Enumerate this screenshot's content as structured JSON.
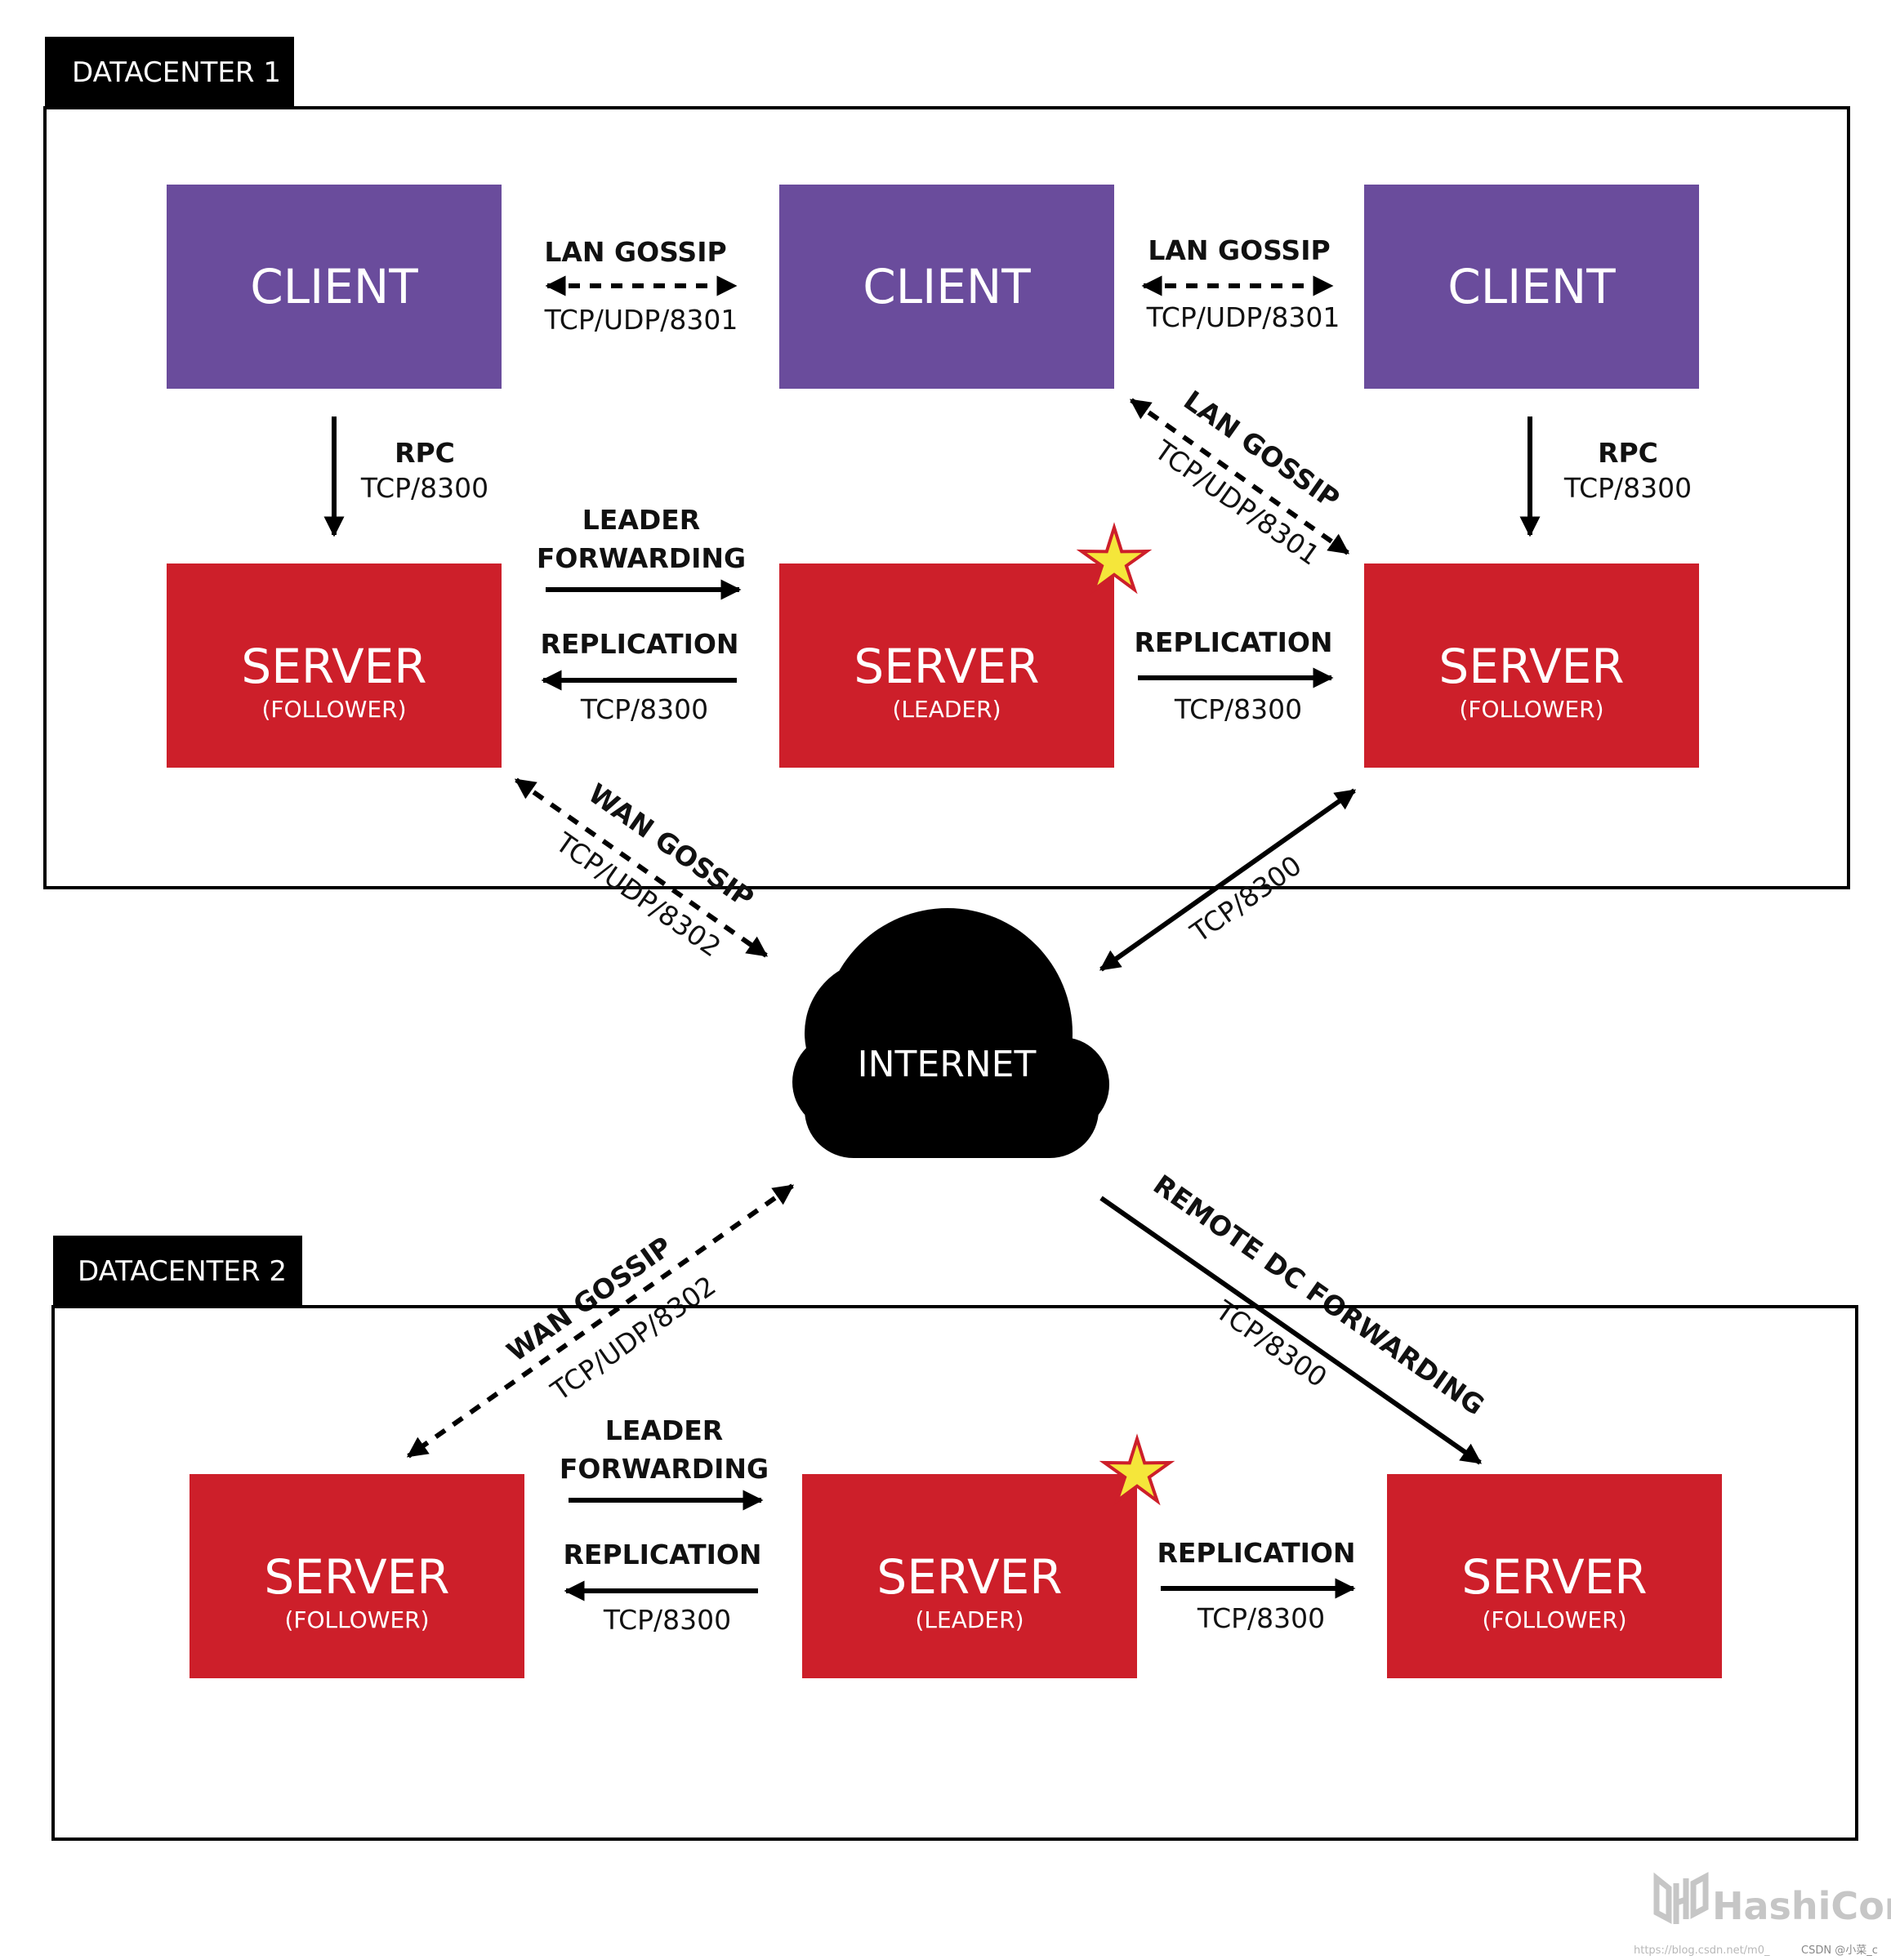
{
  "colors": {
    "client": "#6a4c9c",
    "server": "#cd1f2a",
    "ink": "#000000",
    "star": "#f5e63a",
    "star_stroke": "#cd1f2a",
    "brand": "#c6c6c6"
  },
  "dc1": {
    "tab": "DATACENTER 1",
    "clients": [
      {
        "title": "CLIENT"
      },
      {
        "title": "CLIENT"
      },
      {
        "title": "CLIENT"
      }
    ],
    "servers": [
      {
        "title": "SERVER",
        "role": "(FOLLOWER)"
      },
      {
        "title": "SERVER",
        "role": "(LEADER)"
      },
      {
        "title": "SERVER",
        "role": "(FOLLOWER)"
      }
    ],
    "lan_gossip_left": {
      "name": "LAN GOSSIP",
      "port": "TCP/UDP/8301"
    },
    "lan_gossip_right": {
      "name": "LAN GOSSIP",
      "port": "TCP/UDP/8301"
    },
    "lan_gossip_diag": {
      "name": "LAN GOSSIP",
      "port": "TCP/UDP/8301"
    },
    "rpc_left": {
      "name": "RPC",
      "port": "TCP/8300"
    },
    "rpc_right": {
      "name": "RPC",
      "port": "TCP/8300"
    },
    "leader_forwarding": {
      "line1": "LEADER",
      "line2": "FORWARDING"
    },
    "replication_left": {
      "name": "REPLICATION",
      "port": "TCP/8300"
    },
    "replication_right": {
      "name": "REPLICATION",
      "port": "TCP/8300"
    }
  },
  "internet": {
    "label": "INTERNET",
    "wan_gossip_dc1": {
      "name": "WAN GOSSIP",
      "port": "TCP/UDP/8302"
    },
    "tcp_dc1": {
      "port": "TCP/8300"
    },
    "wan_gossip_dc2": {
      "name": "WAN GOSSIP",
      "port": "TCP/UDP/8302"
    },
    "remote_dc": {
      "name": "REMOTE DC FORWARDING",
      "port": "TCP/8300"
    }
  },
  "dc2": {
    "tab": "DATACENTER 2",
    "servers": [
      {
        "title": "SERVER",
        "role": "(FOLLOWER)"
      },
      {
        "title": "SERVER",
        "role": "(LEADER)"
      },
      {
        "title": "SERVER",
        "role": "(FOLLOWER)"
      }
    ],
    "leader_forwarding": {
      "line1": "LEADER",
      "line2": "FORWARDING"
    },
    "replication_left": {
      "name": "REPLICATION",
      "port": "TCP/8300"
    },
    "replication_right": {
      "name": "REPLICATION",
      "port": "TCP/8300"
    }
  },
  "brand": {
    "logo_text": "HashiCorp",
    "watermark": "https://blog.csdn.net/m0_",
    "credit": "CSDN @小菜_c"
  }
}
